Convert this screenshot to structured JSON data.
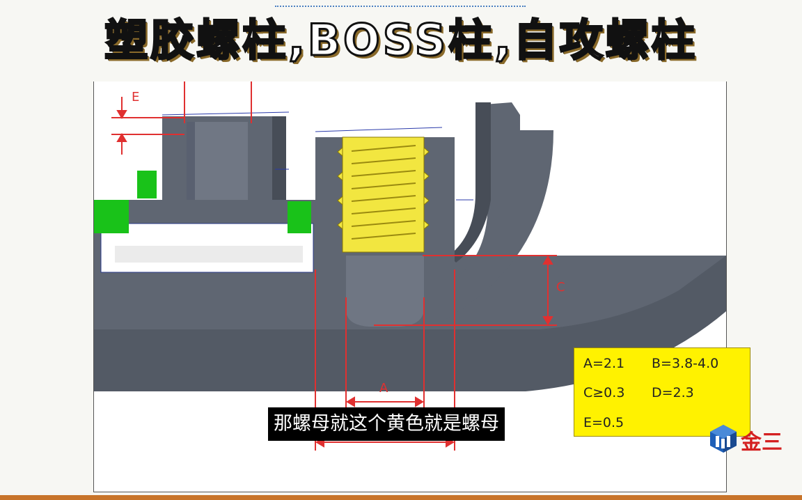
{
  "title": "塑胶螺柱,BOSS柱,自攻螺柱",
  "dimension_labels": {
    "e": "E",
    "c": "C",
    "a": "A"
  },
  "legend": {
    "a": "A=2.1",
    "b": "B=3.8-4.0",
    "c": "C≥0.3",
    "d": "D=2.3",
    "e": "E=0.5"
  },
  "subtitle": "那螺母就这个黄色就是螺母",
  "logo": {
    "text": "金三",
    "icon": "cube-logo-icon"
  },
  "colors": {
    "part_gray": "#5f6672",
    "part_dark": "#474d57",
    "nut_yellow": "#f2e640",
    "dimension_red": "#e03030",
    "green_highlight": "#19c219",
    "legend_yellow": "#fff200"
  }
}
